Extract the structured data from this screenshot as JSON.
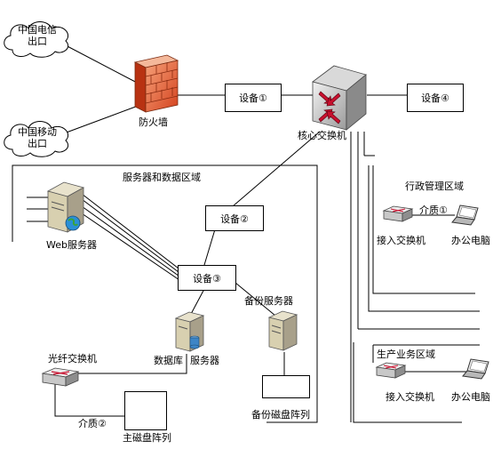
{
  "clouds": {
    "telecom": {
      "line1": "中国电信",
      "line2": "出口"
    },
    "mobile": {
      "line1": "中国移动",
      "line2": "出口"
    }
  },
  "firewall": {
    "label": "防火墙"
  },
  "devices": {
    "d1": "设备①",
    "d2": "设备②",
    "d3": "设备③",
    "d4": "设备④"
  },
  "core_switch": {
    "label": "核心交换机"
  },
  "zones": {
    "server_zone": "服务器和数据区域",
    "admin_zone": "行政管理区域",
    "production_zone": "生产业务区域"
  },
  "servers": {
    "web": "Web服务器",
    "backup": "备份服务器",
    "database": "数据库",
    "database_suffix": "服务器"
  },
  "storage": {
    "fiber_switch": "光纤交换机",
    "medium2": "介质②",
    "main_array": "主磁盘阵列",
    "backup_array": "备份磁盘阵列"
  },
  "admin": {
    "medium1": "介质①",
    "access_switch": "接入交换机",
    "office_pc": "办公电脑"
  },
  "production": {
    "access_switch": "接入交换机",
    "office_pc": "办公电脑"
  }
}
